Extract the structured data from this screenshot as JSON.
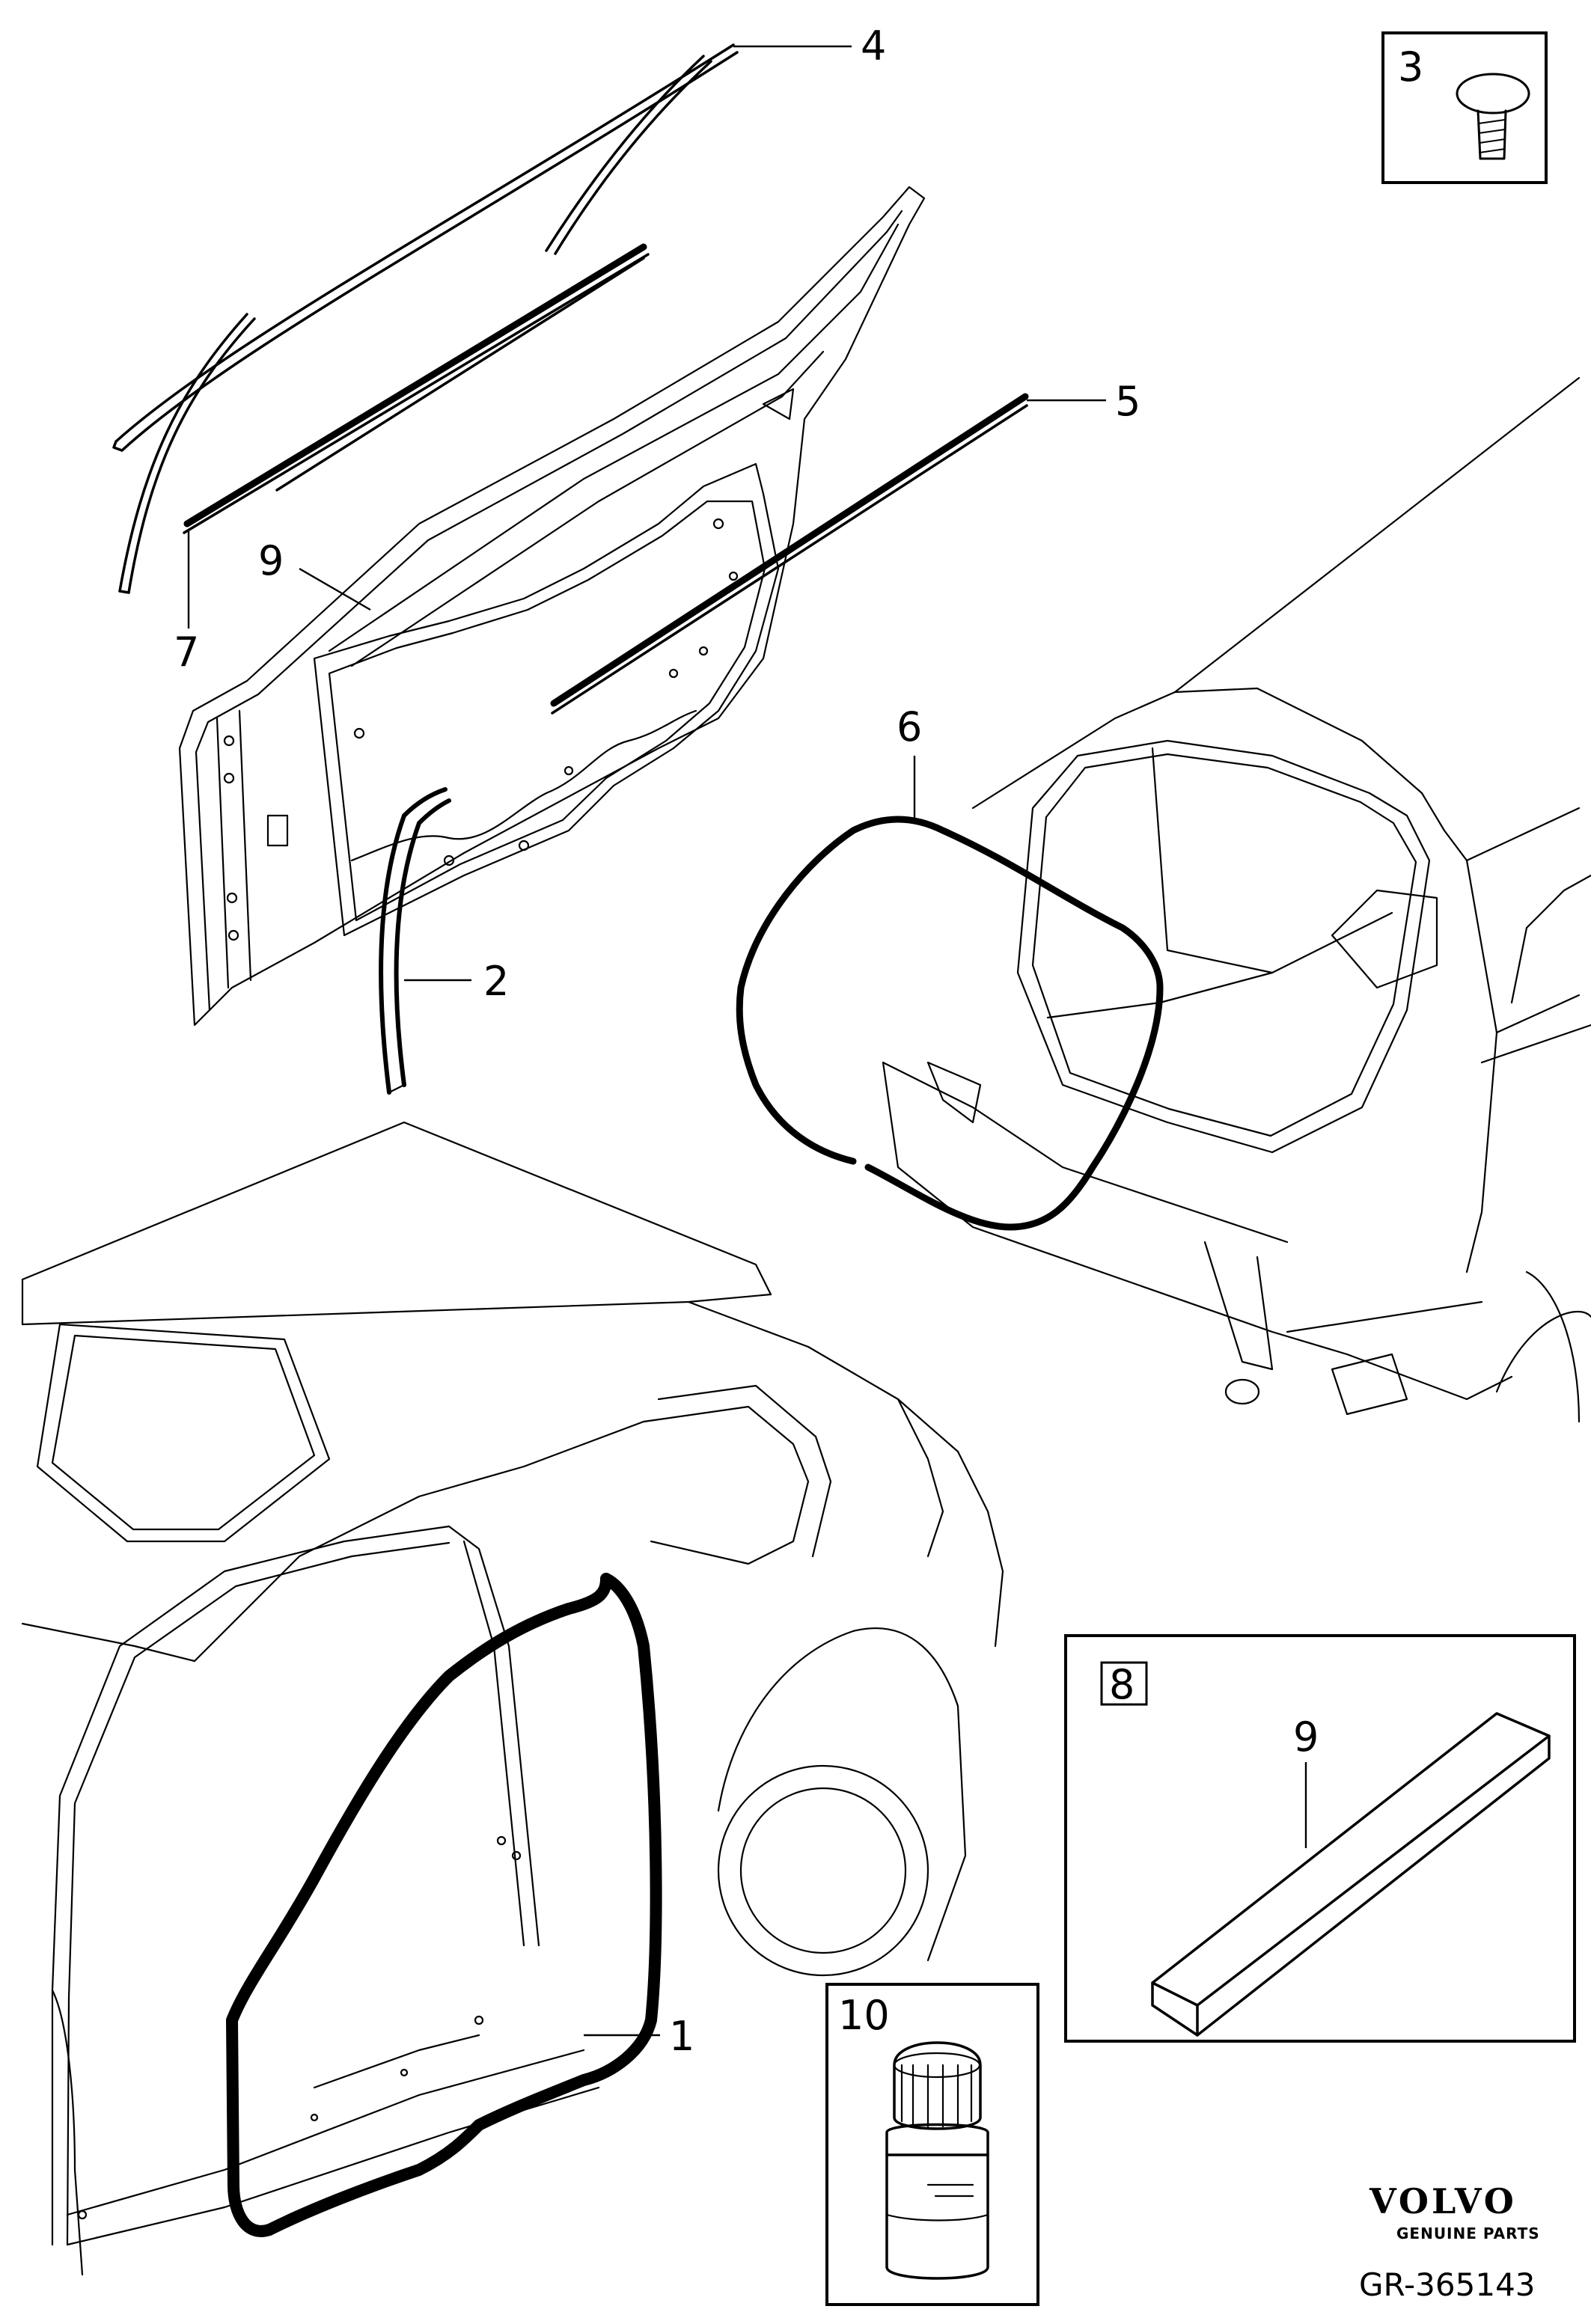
{
  "diagram": {
    "callouts": {
      "c1": "1",
      "c2": "2",
      "c3": "3",
      "c4": "4",
      "c5": "5",
      "c6": "6",
      "c7": "7",
      "c8": "8",
      "c9_door": "9",
      "c9_kit": "9",
      "c10": "10"
    },
    "parts": [
      {
        "ref": "1",
        "name": "door-opening-weatherstrip"
      },
      {
        "ref": "2",
        "name": "door-lower-rear-seal"
      },
      {
        "ref": "3",
        "name": "clip-fastener"
      },
      {
        "ref": "4",
        "name": "window-frame-seal"
      },
      {
        "ref": "5",
        "name": "outer-beltline-strip"
      },
      {
        "ref": "6",
        "name": "tailgate-weatherstrip"
      },
      {
        "ref": "7",
        "name": "inner-beltline-strip"
      },
      {
        "ref": "8",
        "name": "repair-kit"
      },
      {
        "ref": "9",
        "name": "sealing-strip"
      },
      {
        "ref": "10",
        "name": "adhesive-bottle"
      }
    ]
  },
  "branding": {
    "logo_text": "VOLVO",
    "tagline": "GENUINE PARTS",
    "drawing_number": "GR-365143"
  }
}
